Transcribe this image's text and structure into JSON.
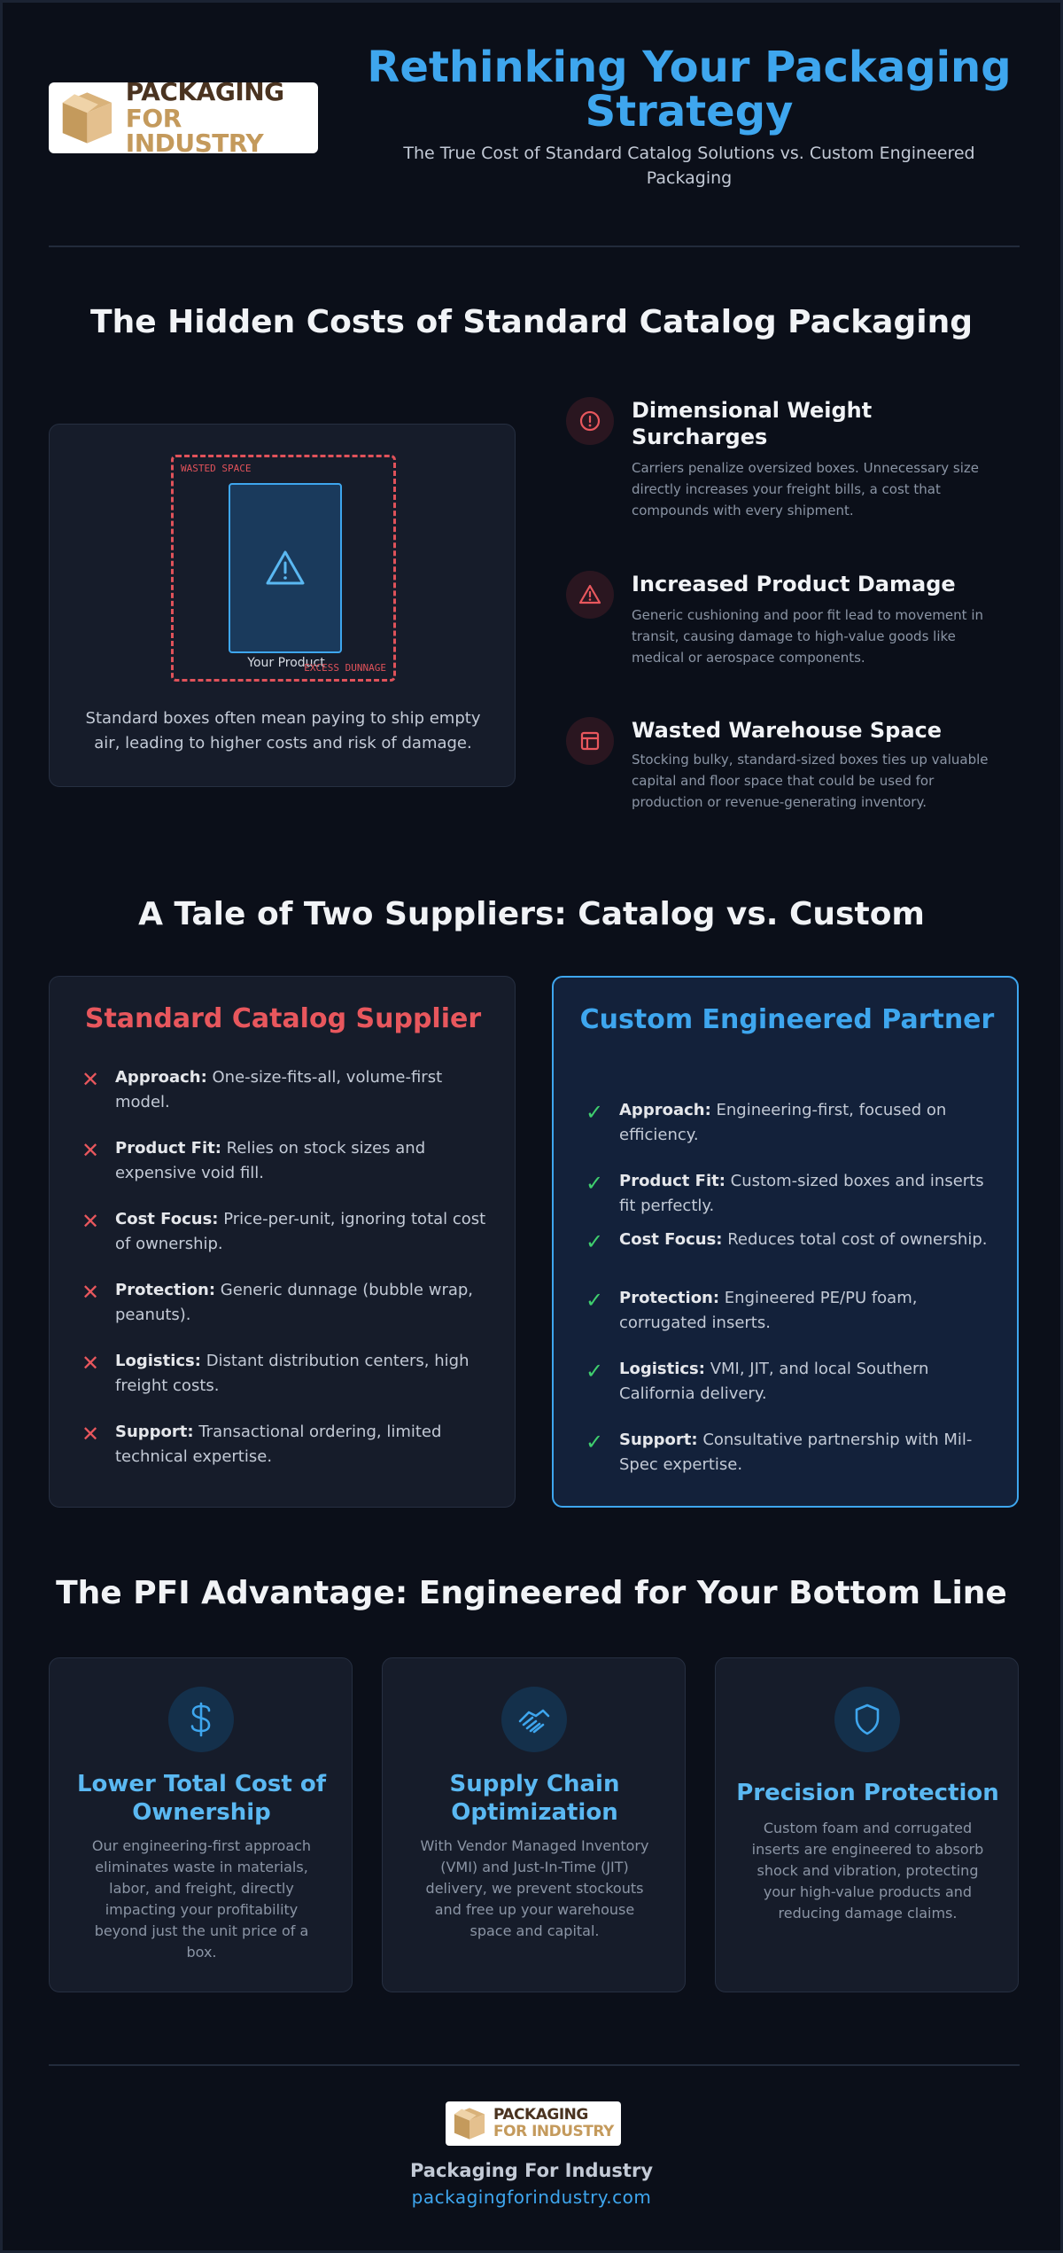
{
  "brand": {
    "logo_line1": "PACKAGING",
    "logo_line2": "FOR INDUSTRY",
    "name": "Packaging For Industry",
    "url": "packagingforindustry.com"
  },
  "header": {
    "title": "Rethinking Your Packaging Strategy",
    "subtitle": "The True Cost of Standard Catalog Solutions vs. Custom Engineered Packaging"
  },
  "hidden_costs": {
    "title": "The Hidden Costs of Standard Catalog Packaging",
    "illustration": {
      "wasted_label": "WASTED SPACE",
      "dunnage_label": "EXCESS DUNNAGE",
      "product_label": "Your Product",
      "caption": "Standard boxes often mean paying to ship empty air, leading to higher costs and risk of damage."
    },
    "items": [
      {
        "title": "Dimensional Weight Surcharges",
        "description": "Carriers penalize oversized boxes. Unnecessary size directly increases your freight bills, a cost that compounds with every shipment.",
        "icon": "alert-circle-icon"
      },
      {
        "title": "Increased Product Damage",
        "description": "Generic cushioning and poor fit lead to movement in transit, causing damage to high-value goods like medical or aerospace components.",
        "icon": "alert-triangle-icon"
      },
      {
        "title": "Wasted Warehouse Space",
        "description": "Stocking bulky, standard-sized boxes ties up valuable capital and floor space that could be used for production or revenue-generating inventory.",
        "icon": "layout-icon"
      }
    ]
  },
  "suppliers": {
    "title": "A Tale of Two Suppliers: Catalog vs. Custom",
    "standard": {
      "title": "Standard Catalog Supplier",
      "items": [
        {
          "label": "Approach:",
          "text": " One-size-fits-all, volume-first model."
        },
        {
          "label": "Product Fit:",
          "text": " Relies on stock sizes and expensive void fill."
        },
        {
          "label": "Cost Focus:",
          "text": " Price-per-unit, ignoring total cost of ownership."
        },
        {
          "label": "Protection:",
          "text": " Generic dunnage (bubble wrap, peanuts)."
        },
        {
          "label": "Logistics:",
          "text": " Distant distribution centers, high freight costs."
        },
        {
          "label": "Support:",
          "text": " Transactional ordering, limited technical expertise."
        }
      ]
    },
    "custom": {
      "title": "Custom Engineered Partner",
      "items": [
        {
          "label": "Approach:",
          "text": " Engineering-first, focused on efficiency."
        },
        {
          "label": "Product Fit:",
          "text": " Custom-sized boxes and inserts fit perfectly."
        },
        {
          "label": "Cost Focus:",
          "text": " Reduces total cost of ownership."
        },
        {
          "label": "Protection:",
          "text": " Engineered PE/PU foam, corrugated inserts."
        },
        {
          "label": "Logistics:",
          "text": " VMI, JIT, and local Southern California delivery."
        },
        {
          "label": "Support:",
          "text": " Consultative partnership with Mil-Spec expertise."
        }
      ]
    }
  },
  "advantage": {
    "title": "The PFI Advantage: Engineered for Your Bottom Line",
    "cards": [
      {
        "title": "Lower Total Cost of Ownership",
        "description": "Our engineering-first approach eliminates waste in materials, labor, and freight, directly impacting your profitability beyond just the unit price of a box.",
        "icon": "dollar-icon"
      },
      {
        "title": "Supply Chain Optimization",
        "description": "With Vendor Managed Inventory (VMI) and Just-In-Time (JIT) delivery, we prevent stockouts and free up your warehouse space and capital.",
        "icon": "handshake-icon"
      },
      {
        "title": "Precision Protection",
        "description": "Custom foam and corrugated inserts are engineered to absorb shock and vibration, protecting your high-value products and reducing damage claims.",
        "icon": "shield-icon"
      }
    ]
  },
  "colors": {
    "accent": "#3ea6ee",
    "danger": "#e8575d",
    "success": "#3fcf6e",
    "background": "#0b0f19"
  }
}
